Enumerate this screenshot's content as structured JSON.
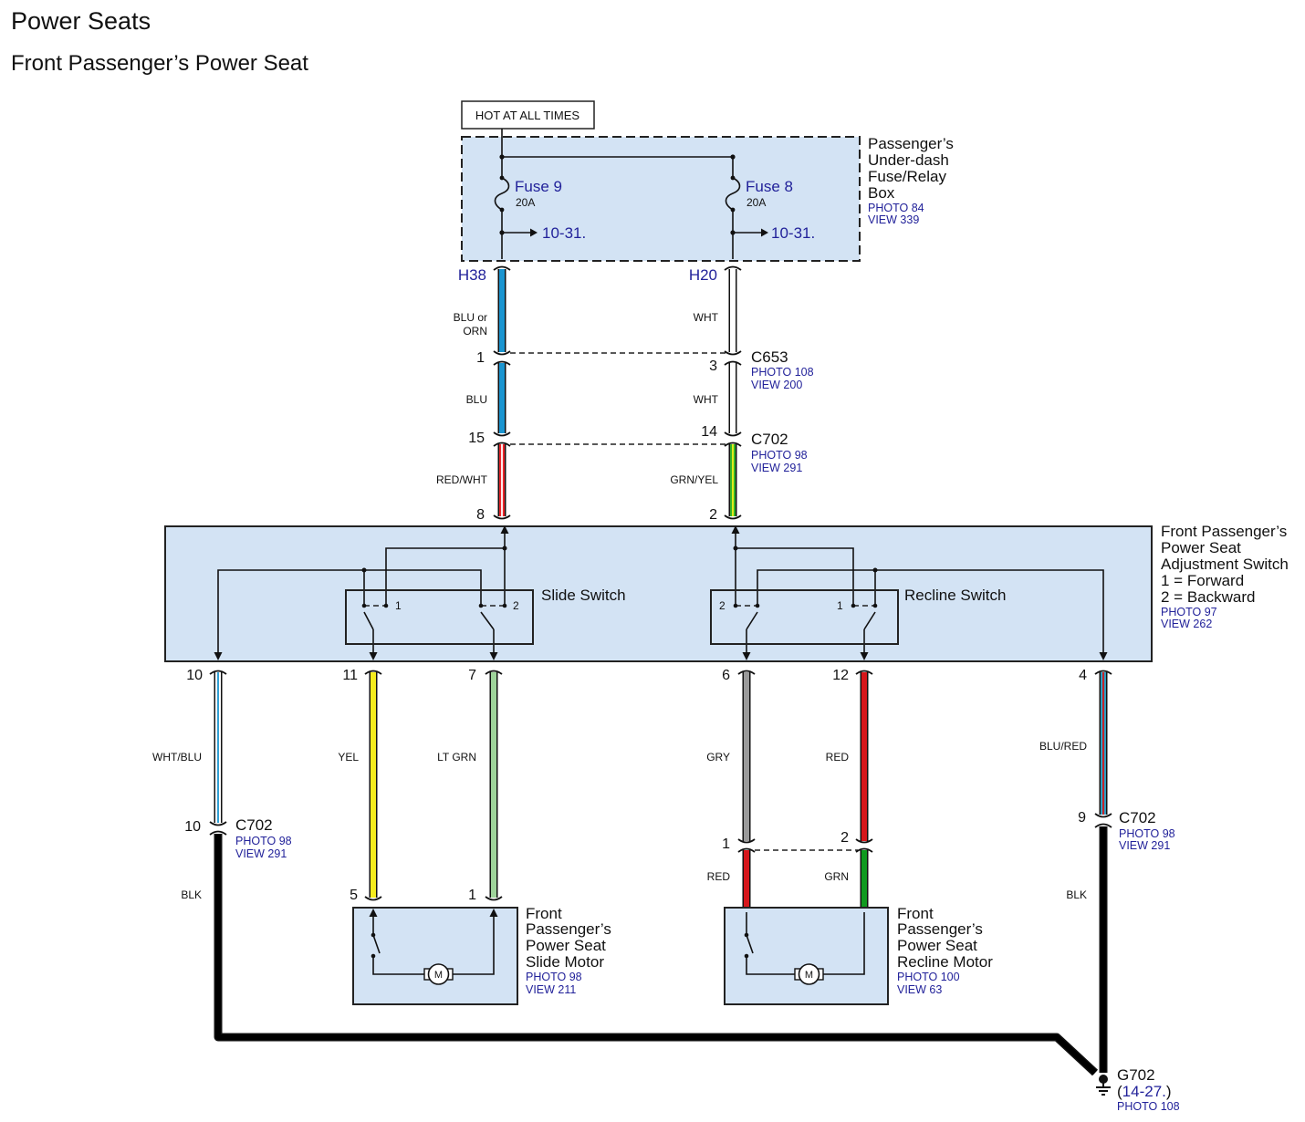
{
  "title": "Power Seats",
  "subtitle": "Front Passenger’s Power Seat",
  "hot_label": "HOT AT ALL TIMES",
  "fuse_box": {
    "name_lines": [
      "Passenger’s",
      "Under-dash",
      "Fuse/Relay",
      "Box"
    ],
    "photo": "PHOTO 84",
    "view": "VIEW 339",
    "fuses": [
      {
        "name": "Fuse 9",
        "rating": "20A",
        "xref": "10-31.",
        "terminal": "H38"
      },
      {
        "name": "Fuse 8",
        "rating": "20A",
        "xref": "10-31.",
        "terminal": "H20"
      }
    ]
  },
  "connectors": {
    "c653": {
      "name": "C653",
      "photo": "PHOTO 108",
      "view": "VIEW 200",
      "pin_left": "1",
      "pin_right": "3"
    },
    "c702_top": {
      "name": "C702",
      "photo": "PHOTO 98",
      "view": "VIEW 291",
      "pin_left": "15",
      "pin_right": "14"
    },
    "c702_left": {
      "name": "C702",
      "photo": "PHOTO 98",
      "view": "VIEW 291",
      "pin": "10"
    },
    "c702_right": {
      "name": "C702",
      "photo": "PHOTO 98",
      "view": "VIEW 291",
      "pin": "9"
    },
    "c_recline_motor": {
      "pin_left": "1",
      "pin_right": "2"
    }
  },
  "switch": {
    "name_lines": [
      "Front Passenger’s",
      "Power Seat",
      "Adjustment Switch",
      "1 = Forward",
      "2 = Backward"
    ],
    "photo": "PHOTO 97",
    "view": "VIEW 262",
    "slide_label": "Slide Switch",
    "recline_label": "Recline Switch",
    "slide_pos": [
      "1",
      "2"
    ],
    "recline_pos": [
      "2",
      "1"
    ],
    "top_pins": [
      "8",
      "2"
    ],
    "bottom_pins": [
      "10",
      "11",
      "7",
      "6",
      "12",
      "4"
    ]
  },
  "wires": {
    "h38_seg1": {
      "label": "BLU or\nORN",
      "color": "#1b95d0"
    },
    "h20_seg1": {
      "label": "WHT",
      "color": "#ffffff"
    },
    "h38_seg2": {
      "label": "BLU",
      "color": "#1b95d0"
    },
    "h20_seg2": {
      "label": "WHT",
      "color": "#ffffff"
    },
    "h38_seg3": {
      "label": "RED/WHT",
      "color": "#e8262a",
      "stripe": "#ffffff"
    },
    "h20_seg3": {
      "label": "GRN/YEL",
      "color": "#33b22a",
      "stripe": "#f2f21a"
    },
    "p10": {
      "label": "WHT/BLU",
      "color": "#ffffff",
      "stripe": "#1b95d0"
    },
    "p11": {
      "label": "YEL",
      "color": "#f5ec1e"
    },
    "p7": {
      "label": "LT GRN",
      "color": "#9ed39a"
    },
    "p6": {
      "label": "GRY",
      "color": "#9a9a9a"
    },
    "p12": {
      "label": "RED",
      "color": "#d6161b"
    },
    "p4": {
      "label": "BLU/RED",
      "color": "#2e9ec2",
      "stripe": "#d6161b"
    },
    "left_gnd": {
      "label": "BLK",
      "color": "#000000"
    },
    "right_gnd": {
      "label": "BLK",
      "color": "#000000"
    },
    "rm_left": {
      "label": "RED",
      "color": "#d6161b"
    },
    "rm_right": {
      "label": "GRN",
      "color": "#0f9a1f"
    }
  },
  "slide_motor": {
    "name_lines": [
      "Front",
      "Passenger’s",
      "Power Seat",
      "Slide Motor"
    ],
    "photo": "PHOTO 98",
    "view": "VIEW 211",
    "pins": [
      "5",
      "1"
    ],
    "symbol": "M"
  },
  "recline_motor": {
    "name_lines": [
      "Front",
      "Passenger’s",
      "Power Seat",
      "Recline Motor"
    ],
    "photo": "PHOTO 100",
    "view": "VIEW 63",
    "symbol": "M"
  },
  "ground": {
    "name": "G702",
    "xref_open": "(",
    "xref": "14-27.",
    "xref_close": ")",
    "photo": "PHOTO 108",
    "icon": "ground-icon"
  }
}
